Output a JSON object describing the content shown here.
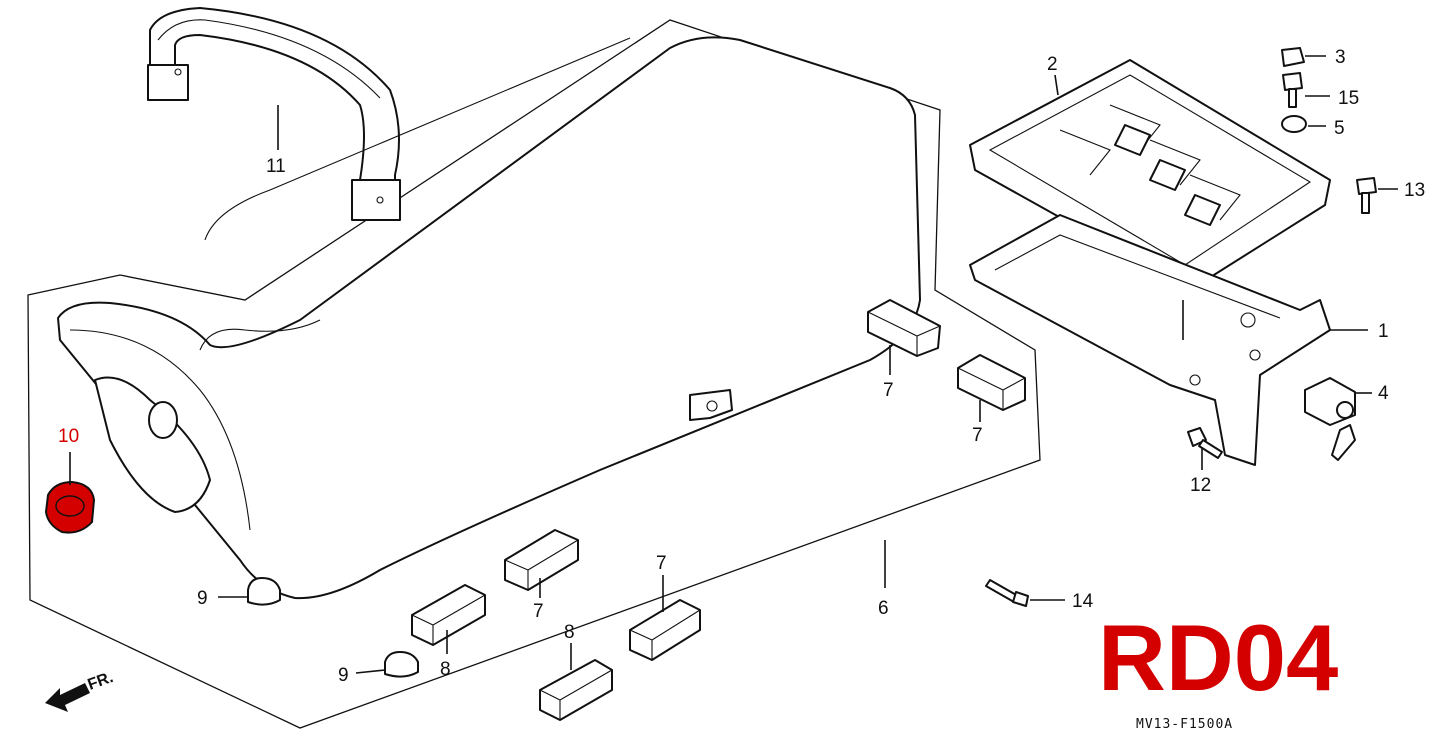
{
  "diagram": {
    "model_code": "RD04",
    "drawing_code": "MV13-F1500A",
    "direction_marker": "FR.",
    "highlight_color": "#d40000",
    "callouts": {
      "c1": "1",
      "c2": "2",
      "c3": "3",
      "c4": "4",
      "c5": "5",
      "c6": "6",
      "c7a": "7",
      "c7b": "7",
      "c7c": "7",
      "c7d": "7",
      "c8a": "8",
      "c8b": "8",
      "c9a": "9",
      "c9b": "9",
      "c10": "10",
      "c11": "11",
      "c12": "12",
      "c13": "13",
      "c14": "14",
      "c15": "15"
    }
  }
}
